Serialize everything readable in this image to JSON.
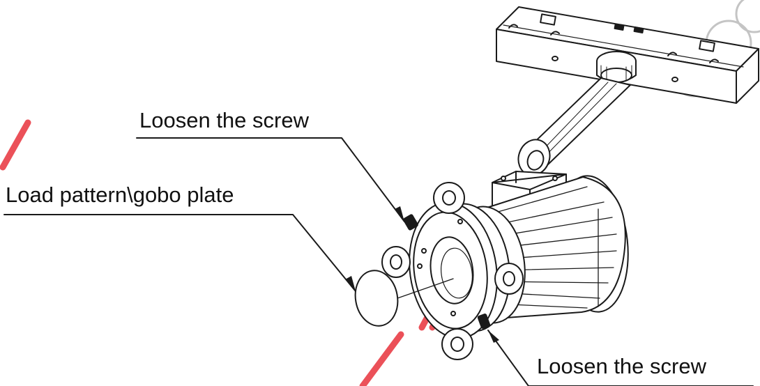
{
  "callouts": {
    "top_screw": "Loosen the screw",
    "gobo_plate": "Load pattern\\gobo plate",
    "bottom_screw": "Loosen the screw"
  },
  "colors": {
    "line": "#1a1a1a",
    "watermark": "#e8323c",
    "watermark_outline": "#bdbdbd"
  }
}
